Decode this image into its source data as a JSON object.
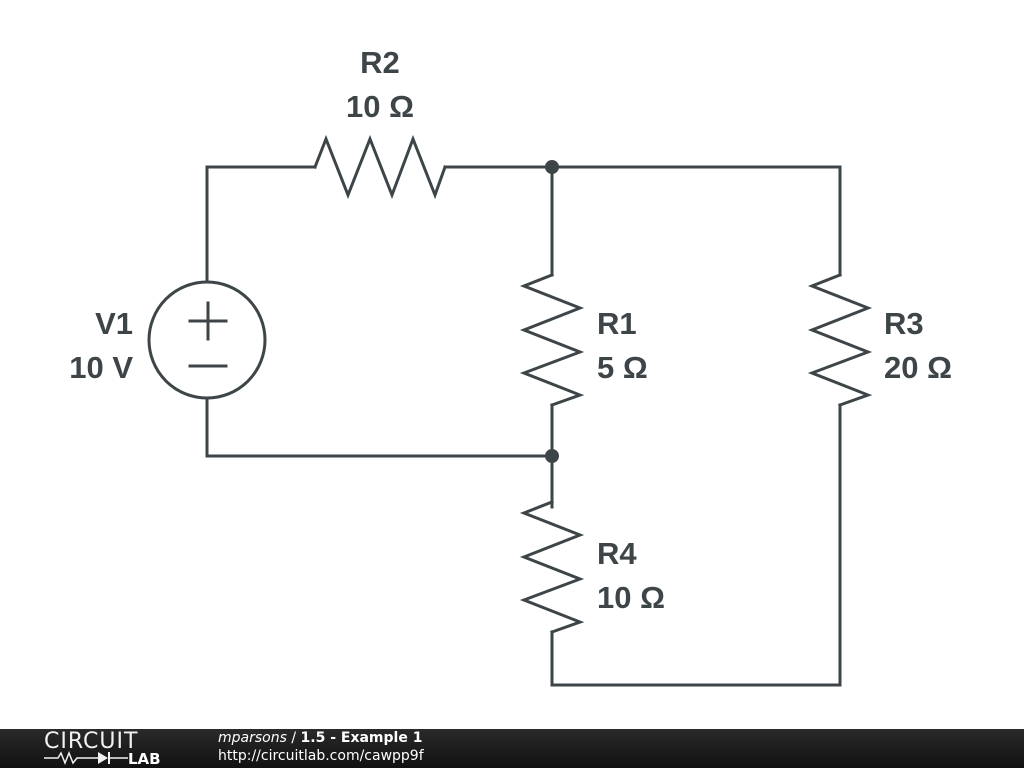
{
  "circuit": {
    "components": [
      {
        "id": "R2",
        "type": "resistor",
        "value": "10 Ω"
      },
      {
        "id": "R1",
        "type": "resistor",
        "value": "5 Ω"
      },
      {
        "id": "R3",
        "type": "resistor",
        "value": "20 Ω"
      },
      {
        "id": "R4",
        "type": "resistor",
        "value": "10 Ω"
      },
      {
        "id": "V1",
        "type": "voltage-source",
        "value": "10 V"
      }
    ]
  },
  "footer": {
    "logo_top": "CIRCUIT",
    "logo_bottom": "LAB",
    "user": "mparsons",
    "separator": " / ",
    "title": "1.5 - Example 1",
    "url": "http://circuitlab.com/cawpp9f"
  }
}
